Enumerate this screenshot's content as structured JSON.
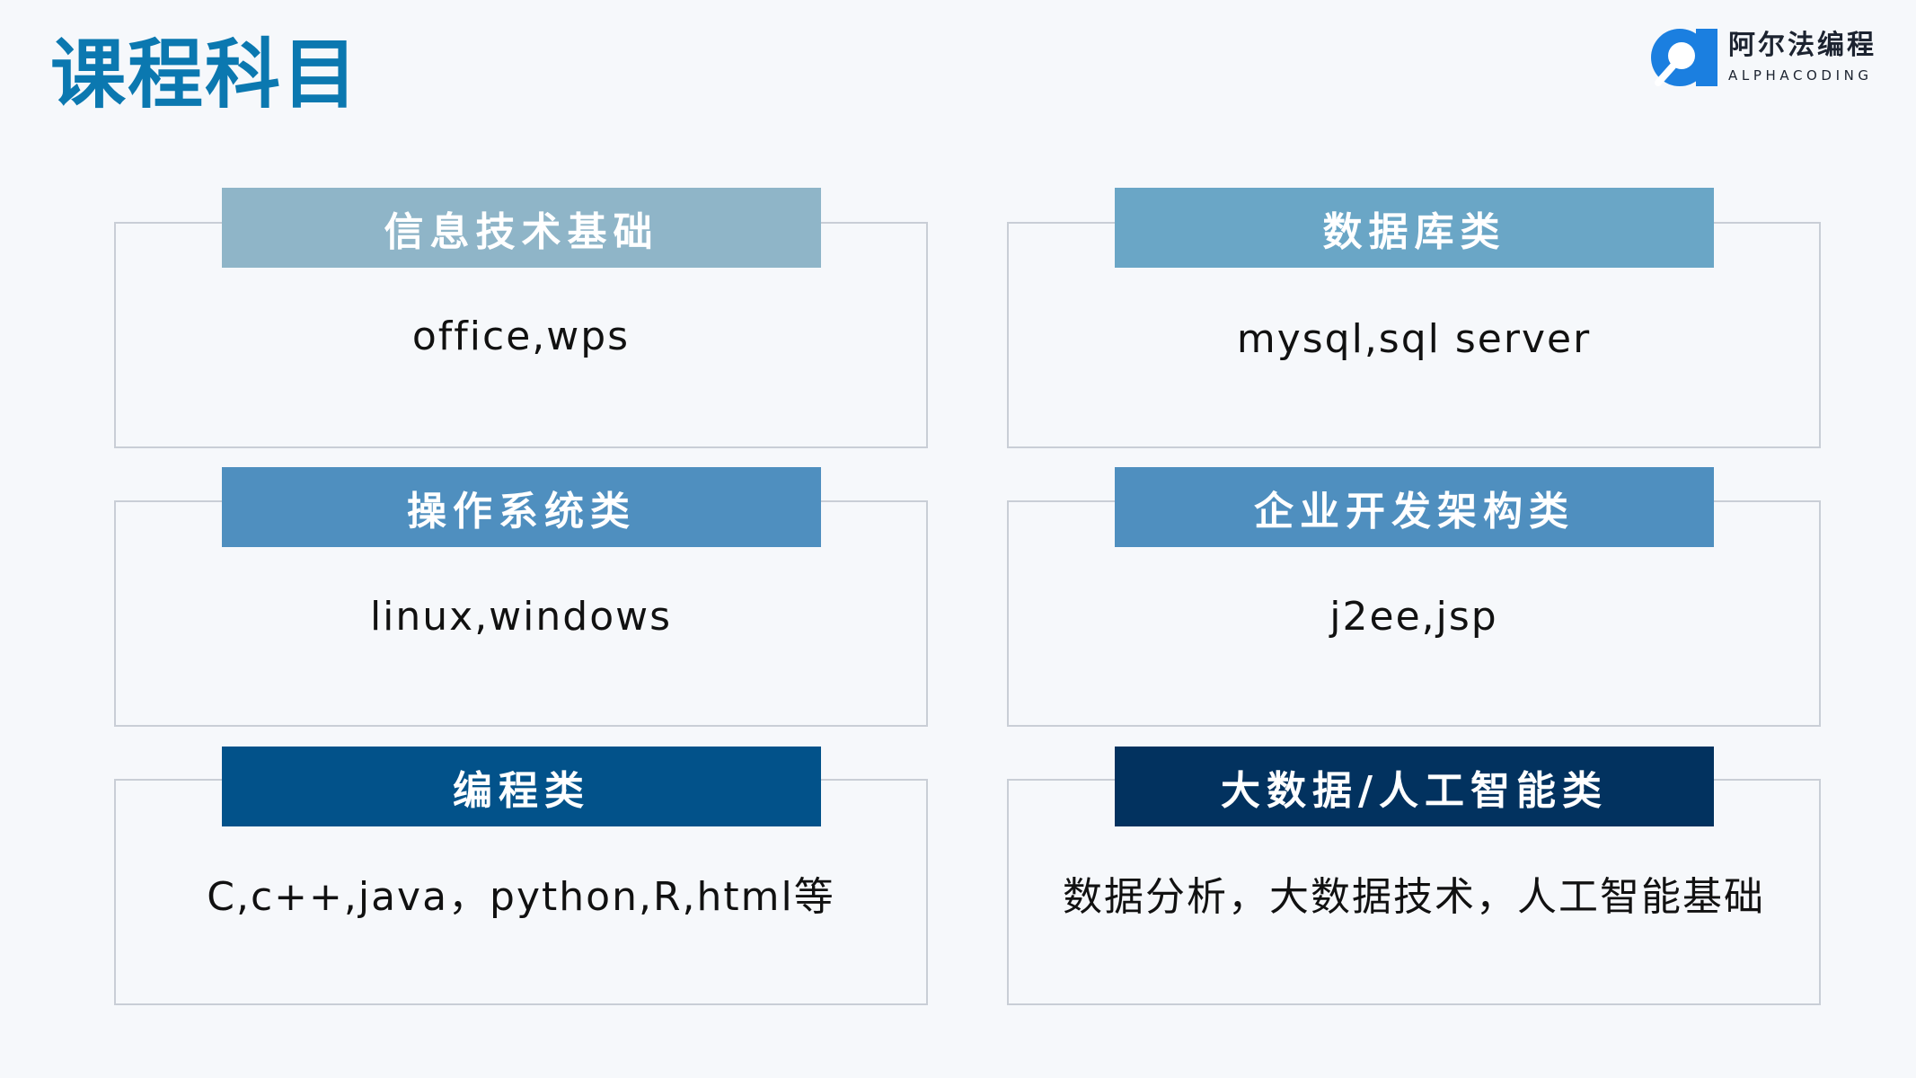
{
  "title": "课程科目",
  "logo": {
    "name_cn": "阿尔法编程",
    "name_en": "ALPHACODING",
    "icon": "alpha-logo-icon",
    "color": "#1b7fe0"
  },
  "categories": [
    {
      "header": "信息技术基础",
      "content": "office,wps",
      "header_color": "#8fb5c8"
    },
    {
      "header": "数据库类",
      "content": "mysql,sql server",
      "header_color": "#6aa6c6"
    },
    {
      "header": "操作系统类",
      "content": "linux,windows",
      "header_color": "#4f8fbf"
    },
    {
      "header": "企业开发架构类",
      "content": "j2ee,jsp",
      "header_color": "#4f8fbf"
    },
    {
      "header": "编程类",
      "content": "C,c++,java，python,R,html等",
      "header_color": "#02528a"
    },
    {
      "header": "大数据/人工智能类",
      "content": "数据分析，大数据技术，人工智能基础",
      "header_color": "#02325f"
    }
  ]
}
